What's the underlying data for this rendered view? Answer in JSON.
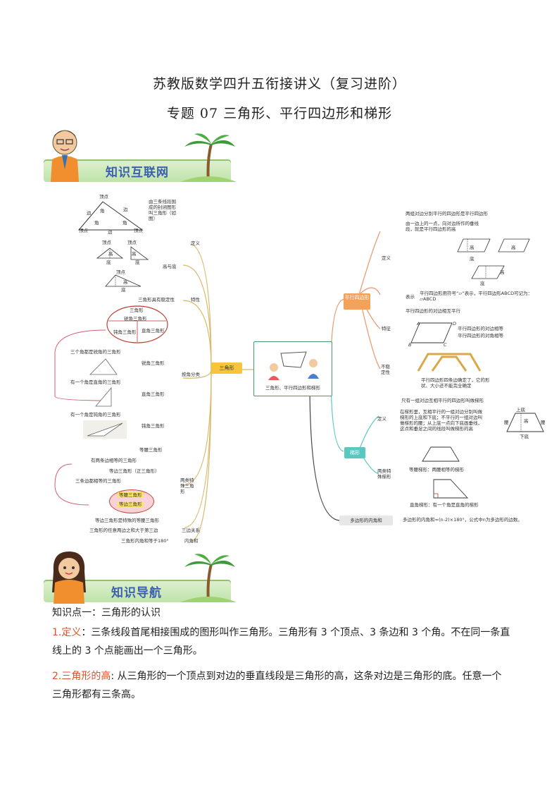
{
  "header": {
    "title": "苏教版数学四升五衔接讲义（复习进阶）",
    "subtitle": "专题 07  三角形、平行四边形和梯形"
  },
  "banners": {
    "network": "知识互联网",
    "navigation": "知识导航"
  },
  "mindmap": {
    "center": "三角形、平行四边形和梯形",
    "left": {
      "root": "三角形",
      "definition": {
        "branch": "定义",
        "desc": "由三条线段围成的封闭图形叫三角形（如图）",
        "labels": [
          "顶点",
          "边",
          "角",
          "边",
          "角",
          "角",
          "顶点",
          "边",
          "顶点"
        ]
      },
      "height_base": {
        "branch": "高与底",
        "labels": [
          "顶点",
          "顶点",
          "高",
          "高",
          "底",
          "底",
          "顶点",
          "高",
          "底"
        ]
      },
      "property": {
        "branch": "特性",
        "text": "三角形具有稳定性"
      },
      "by_angle": {
        "branch": "按角分类",
        "ellipse": [
          "三角形",
          "锐角三角形",
          "钝角三角形",
          "直角三角形"
        ],
        "items": [
          {
            "desc": "三个角都是锐角的三角形",
            "name": "锐角三角形"
          },
          {
            "desc": "有一个角是直角的三角形",
            "name": "直角三角形"
          },
          {
            "desc": "有一个角是钝角的三角形",
            "name": "钝角三角形"
          }
        ]
      },
      "special": {
        "branch": "两类特殊三角形",
        "items": [
          "等腰三角形",
          "有两条边相等的三角形",
          "等边三角形（正三角形）",
          "三条边都相等的三角形"
        ],
        "ellipse": [
          "等腰三角形",
          "等边三角形"
        ],
        "note": "等边三角形是特殊的等腰三角形"
      },
      "sides": {
        "branch": "三边关系",
        "text": "三角形的任意两边之和大于第三边"
      },
      "angles": {
        "branch": "内角和",
        "text": "三角形内角和等于180°"
      }
    },
    "right": {
      "parallelogram": {
        "root": "平行四边形",
        "definition": {
          "branch": "定义",
          "lines": [
            "两组对边分别平行的四边形是平行四边形",
            "由一边上的一点，向对边所作的垂线段，就是平行四边形的高"
          ],
          "labels": [
            "高",
            "底",
            "高",
            "底",
            "高"
          ]
        },
        "notation": {
          "branch": "表示",
          "text": "平行四边形用符号“▱”表示，平行四边形ABCD可记为：▱ABCD"
        },
        "feature": {
          "branch": "特征",
          "title": "平行四边形的对边相互平行",
          "lines": [
            "平行四边形的对边相等",
            "平行四边形的对角相等"
          ],
          "vertices": [
            "A",
            "D",
            "B",
            "C"
          ]
        },
        "unstable": {
          "branch": "不稳定性",
          "text": "平行四边形四条边确定了，它的形状、大小还不能完全确定"
        }
      },
      "trapezoid": {
        "root": "梯形",
        "definition": {
          "branch": "定义",
          "title": "只有一组对边互相平行的四边形叫做梯形",
          "text": "在梯形里，互相平行的一组对边分别叫做梯形的上底和下底；不平行的一组对边叫做梯形的腰；从上底一点向下底画垂线，这点和垂足之间的线段叫做梯形的高",
          "labels": [
            "上底",
            "腰",
            "高",
            "腰",
            "下底"
          ]
        },
        "special": {
          "branch": "两类特殊梯形",
          "items": [
            "等腰梯形：两腰相等的梯形",
            "直角梯形：有一个角是直角的梯形"
          ]
        }
      },
      "polygon": {
        "root": "多边形的内角和",
        "text": "多边形的内角和=(n-2)×180°，公式中n为多边形的边数。"
      }
    }
  },
  "content": {
    "section_title": "知识点一：三角形的认识",
    "items": [
      {
        "num": "1.",
        "label": "定义",
        "text": "：三条线段首尾相接围成的图形叫作三角形。三角形有 3 个顶点、3 条边和 3 个角。不在同一条直线上的 3 个点能画出一个三角形。"
      },
      {
        "num": "2.",
        "label": "三角形的高",
        "text": ": 从三角形的一个顶点到对边的垂直线段是三角形的高，这条对边是三角形的底。任意一个三角形都有三条高。"
      }
    ]
  },
  "colors": {
    "accent_red": "#d9532b",
    "banner_text": "#3a5fb0",
    "triangle_node": "#f6c53c",
    "parallelogram_node": "#f4a259",
    "trapezoid_node": "#59c8c0"
  }
}
